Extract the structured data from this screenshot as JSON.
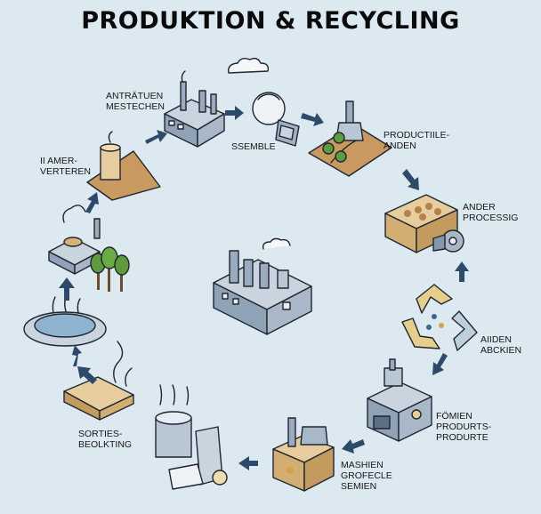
{
  "title": "PRODUKTION & RECYCLING",
  "labels": {
    "antratuen": [
      "ANTRÄTUEN",
      "MESTECHEN"
    ],
    "ssemble": [
      "SSEMBLE"
    ],
    "productile": [
      "PRODUCTIILE-",
      "ANDEN"
    ],
    "ander": [
      "ANDER",
      "PROCESSIG"
    ],
    "aiiden": [
      "AIIDEN",
      "ABCKIEN"
    ],
    "fomien": [
      "FÖMIEN",
      "PRODURTS-",
      "PRODURTE"
    ],
    "mashien": [
      "MASHIEN",
      "GROFECLE",
      "SEMIEN"
    ],
    "sorties": [
      "SORTIES-",
      "BEOLKTING"
    ],
    "iiamer": [
      "II AMER-",
      "VERTEREN"
    ]
  },
  "colors": {
    "background": "#dde9f1",
    "arrow": "#2d4a6a",
    "machine": "#9fb0c2",
    "cardboard": "#d7b98a",
    "recycle": "#e6cf8a",
    "tree": "#5e9b3c"
  },
  "icons": [
    "factory-icon",
    "recycling-machine-icon",
    "hill-factory-icon",
    "cardboard-box-icon",
    "recycle-symbol-icon",
    "recycling-plant-icon",
    "recycle-crate-icon",
    "wrapping-machine-icon",
    "sorting-crate-icon",
    "pond-icon",
    "smoking-furnace-icon",
    "silo-hill-icon",
    "central-factory-icon",
    "cloud-icon"
  ]
}
